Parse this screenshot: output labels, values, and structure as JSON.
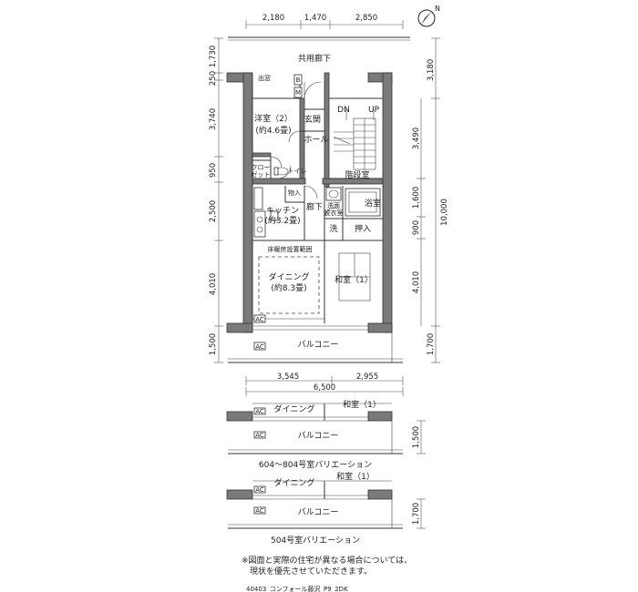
{
  "compass": {
    "label": "N"
  },
  "top_dims": [
    "2,180",
    "1,470",
    "2,850"
  ],
  "left_dims": [
    "1,730",
    "250",
    "3,740",
    "950",
    "2,500",
    "4,010",
    "1,500"
  ],
  "right_dims_outer": [
    "3,180",
    "10,000",
    "1,700"
  ],
  "right_dims_inner": [
    "3,490",
    "1,600",
    "900",
    "4,010"
  ],
  "bottom_dims": [
    "3,545",
    "2,955",
    "6,500"
  ],
  "rooms": {
    "corridor": "共用廊下",
    "western_room": "洋室（2）",
    "western_room_size": "(約4.6畳)",
    "entrance": "玄関",
    "hall": "ホール",
    "stair_dn": "DN",
    "stair_up": "UP",
    "stairwell": "階段室",
    "closet_a": "クロー",
    "closet_b": "ゼット",
    "toilet": "トイレ",
    "storage": "物入",
    "hallway": "廊下",
    "kitchen": "キッチン",
    "kitchen_size": "(約3.2畳)",
    "washroom_a": "洗面",
    "washroom_b": "脱衣室",
    "bathroom": "浴室",
    "washer": "洗",
    "closet_oshiire": "押入",
    "floor_heating": "床暖房設置範囲",
    "dining": "ダイニング",
    "dining_size": "(約8.3畳)",
    "japanese_room": "和室（1）",
    "balcony": "バルコニー",
    "ac": "AC",
    "meter": "出窓",
    "mb": "M",
    "b": "B"
  },
  "variations": [
    {
      "dining": "ダイニング",
      "japanese": "和室（1）",
      "balcony": "バルコニー",
      "ac": "AC",
      "dim": "1,500",
      "caption": "604～804号室バリエーション"
    },
    {
      "dining": "ダイニング",
      "japanese": "和室（1）",
      "balcony": "バルコニー",
      "ac": "AC",
      "dim": "1,700",
      "caption": "504号室バリエーション"
    }
  ],
  "notes": [
    "※図面と実際の住宅が異なる場合については、",
    "現状を優先させていただきます。"
  ],
  "footer": "40403_コンフォール藤沢_P9_2DK"
}
